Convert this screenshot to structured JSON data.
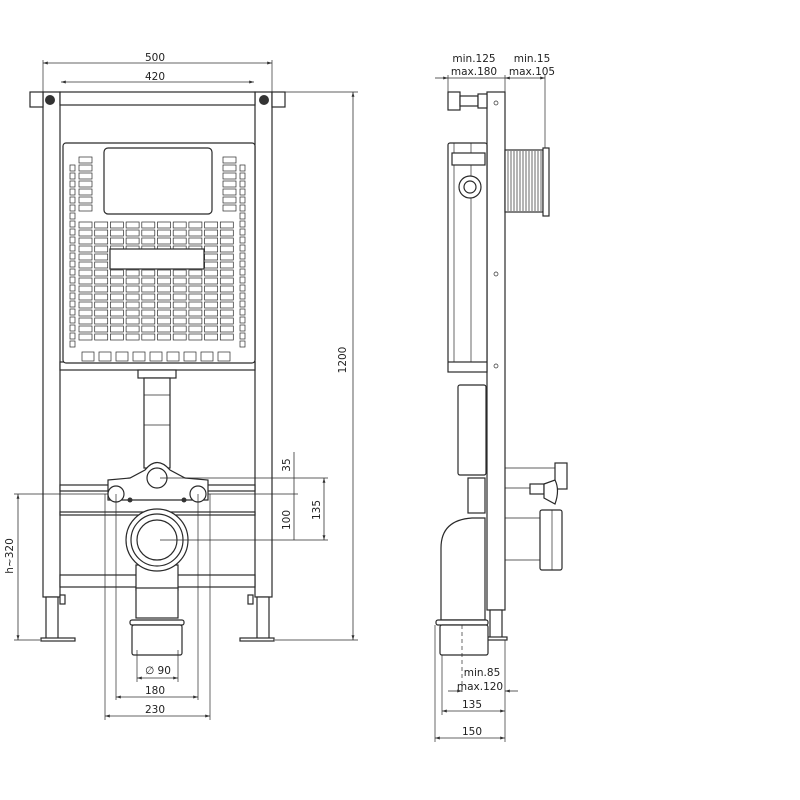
{
  "front_view": {
    "width_outer": "500",
    "width_inner": "420",
    "height_total": "1200",
    "drain_height": "h~320",
    "dim_35": "35",
    "dim_100": "100",
    "dim_135": "135",
    "pipe_diameter": "∅ 90",
    "bolt_spacing": "180",
    "plate_width": "230"
  },
  "side_view": {
    "depth_top_min": "min.125",
    "depth_top_max": "max.180",
    "flush_top_min": "min.15",
    "flush_top_max": "max.105",
    "bottom_min": "min.85",
    "bottom_max": "max.120",
    "bottom_135": "135",
    "bottom_150": "150"
  },
  "colors": {
    "line": "#2a2a2a",
    "background": "#ffffff"
  }
}
